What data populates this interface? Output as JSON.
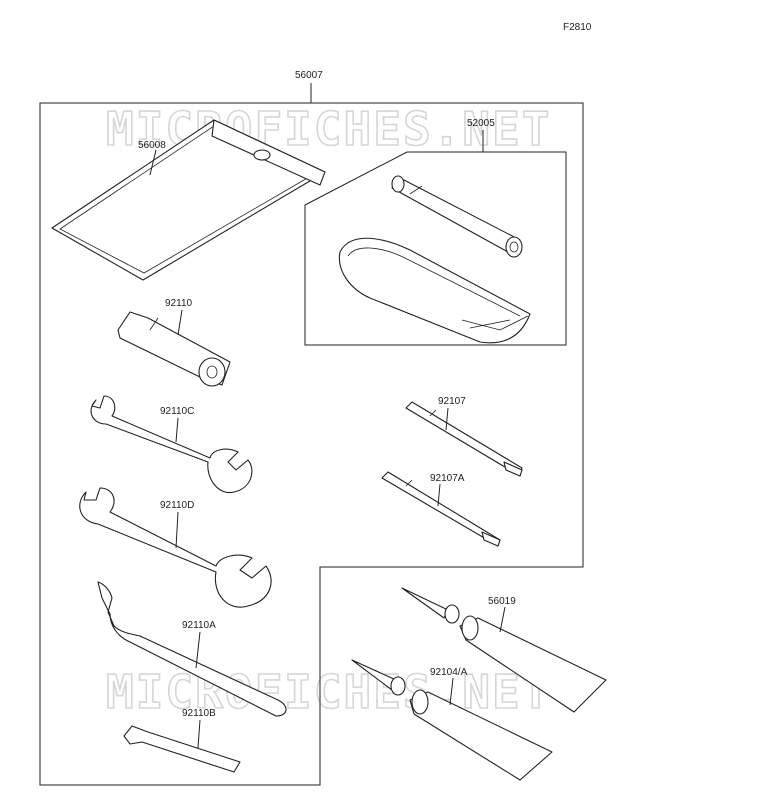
{
  "figure_code": "F2810",
  "watermark": "MICROFICHES.NET",
  "parts": {
    "kit": "56007",
    "pouch": "56008",
    "pump_kit": "52005",
    "box_wrench": "92110",
    "wrench_c": "92110C",
    "wrench_d": "92110D",
    "hook_wrench": "92110A",
    "hex_key": "92110B",
    "driver": "92107",
    "driver_a": "92107A",
    "tube": "56019",
    "tube_a": "92104/A"
  }
}
